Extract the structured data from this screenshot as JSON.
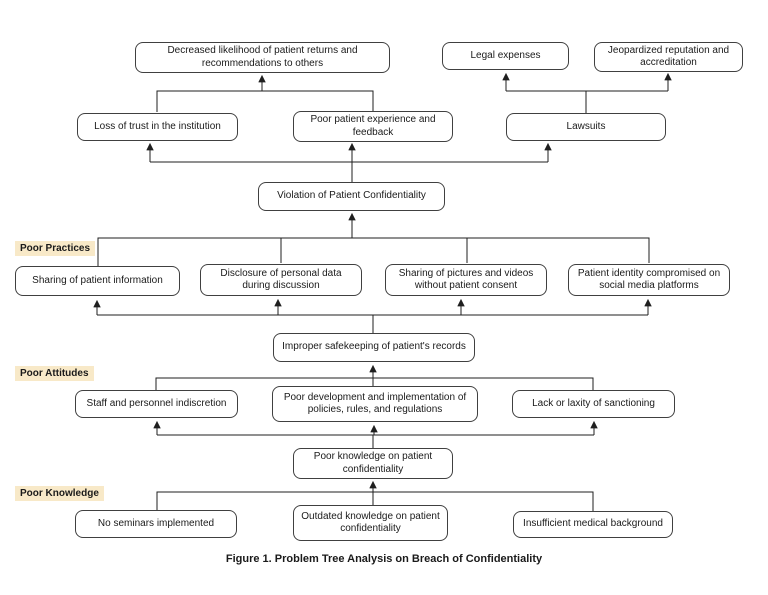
{
  "figure": {
    "caption": "Figure 1. Problem Tree Analysis on Breach of Confidentiality",
    "colors": {
      "background": "#ffffff",
      "box_border": "#404040",
      "connector": "#1f1f1f",
      "section_label_highlight": "#f8e9c8"
    },
    "section_labels": {
      "practices": "Poor Practices",
      "attitudes": "Poor Attitudes",
      "knowledge": "Poor Knowledge"
    },
    "nodes": {
      "effects_top": {
        "decreased_likelihood": "Decreased likelihood of patient returns and recommendations to others",
        "legal_expenses": "Legal expenses",
        "jeopardized_reputation": "Jeopardized reputation and accreditation"
      },
      "effects_mid": {
        "loss_of_trust": "Loss of trust in the institution",
        "poor_experience": "Poor patient experience and feedback",
        "lawsuits": "Lawsuits"
      },
      "core_problem": "Violation of Patient Confidentiality",
      "practices": {
        "sharing_info": "Sharing of patient information",
        "disclosure": "Disclosure of personal data during discussion",
        "pictures_videos": "Sharing of pictures and videos without patient consent",
        "identity_compromised": "Patient identity compromised on social media platforms"
      },
      "improper_safekeeping": "Improper safekeeping of patient's records",
      "attitudes": {
        "staff_indiscretion": "Staff and personnel indiscretion",
        "poor_policies": "Poor development and implementation of policies, rules, and regulations",
        "lack_sanctioning": "Lack or laxity of sanctioning"
      },
      "poor_knowledge_on_confidentiality": "Poor knowledge on patient confidentiality",
      "knowledge": {
        "no_seminars": "No seminars implemented",
        "outdated_knowledge": "Outdated knowledge on patient confidentiality",
        "insufficient_background": "Insufficient medical background"
      }
    }
  }
}
